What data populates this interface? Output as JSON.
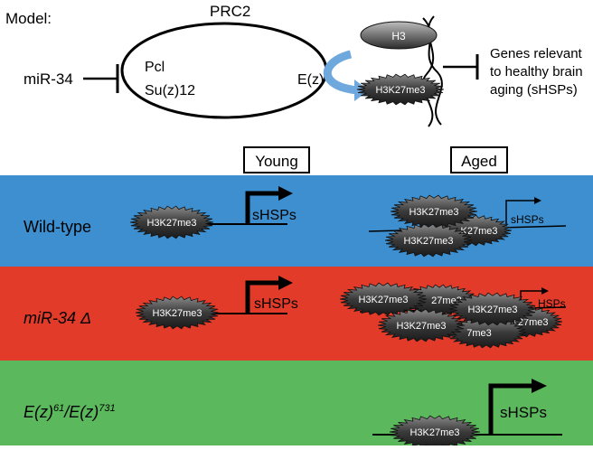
{
  "model": {
    "label": "Model:",
    "prc2": "PRC2",
    "mir34": "miR-34",
    "pcl": "Pcl",
    "suz12": "Su(z)12",
    "ez": "E(z)",
    "h3": "H3",
    "h3k27me3": "H3K27me3",
    "genes_line1": "Genes relevant",
    "genes_line2": "to healthy brain",
    "genes_line3": "aging (sHSPs)"
  },
  "columns": {
    "young": "Young",
    "aged": "Aged"
  },
  "rows": [
    {
      "label": "Wild-type",
      "color": "#3d8fcf"
    },
    {
      "label": "miR-34 Δ",
      "color": "#e23b2a"
    },
    {
      "label_parts": [
        "E(z)",
        "61",
        "/E(z)",
        "731"
      ],
      "color": "#5cb85c"
    }
  ],
  "mark": "H3K27me3",
  "gene": "sHSPs",
  "partial_marks": {
    "wt_aged_back": "K27me3",
    "mir_aged_1": "27me3",
    "mir_aged_2": "HSPs",
    "mir_aged_3": "K27me3",
    "mir_aged_4": "7me3"
  }
}
